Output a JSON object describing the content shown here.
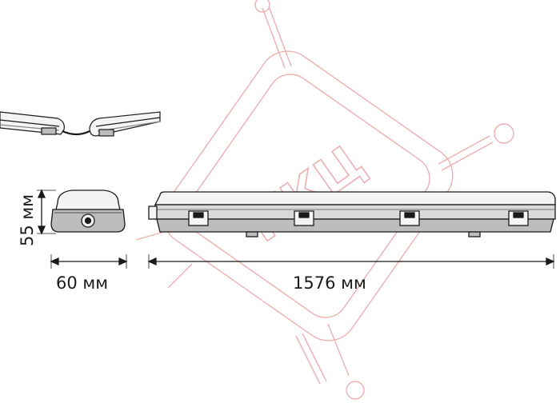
{
  "dimensions": {
    "height_label": "55 мм",
    "width_label": "60 мм",
    "length_label": "1576 мм"
  },
  "watermark": {
    "text": "ККЦ",
    "color": "#e9a3a3"
  },
  "colors": {
    "line": "#1a1a1a",
    "fixture_fill": "#f4f4f4",
    "fixture_shade": "#bdbdbd"
  }
}
